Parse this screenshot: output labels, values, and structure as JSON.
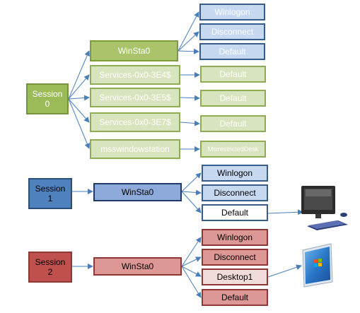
{
  "session0": {
    "label": "Session\n0",
    "winsta0": "WinSta0",
    "desktops": [
      "Winlogon",
      "Disconnect",
      "Default"
    ],
    "service_stations": [
      {
        "name": "Services-0x0-3E4$",
        "desktop": "Default"
      },
      {
        "name": "Services-0x0-3E5$",
        "desktop": "Default"
      },
      {
        "name": "Services-0x0-3E7$",
        "desktop": "Default"
      },
      {
        "name": "msswindowstation",
        "desktop": "MsirestrictedDesk"
      }
    ]
  },
  "session1": {
    "label": "Session\n1",
    "winsta0": "WinSta0",
    "desktops": [
      "Winlogon",
      "Disconnect",
      "Default"
    ],
    "device_icon": "desktop-computer-icon"
  },
  "session2": {
    "label": "Session\n2",
    "winsta0": "WinSta0",
    "desktops": [
      "Winlogon",
      "Disconnect",
      "Desktop1",
      "Default"
    ],
    "device_icon": "windows-screen-icon"
  },
  "colors": {
    "green": "#9bbb59",
    "blue": "#4f81bd",
    "red": "#c0504d",
    "arrow_green": "#4a7ebb",
    "arrow": "#4a7ebb"
  }
}
